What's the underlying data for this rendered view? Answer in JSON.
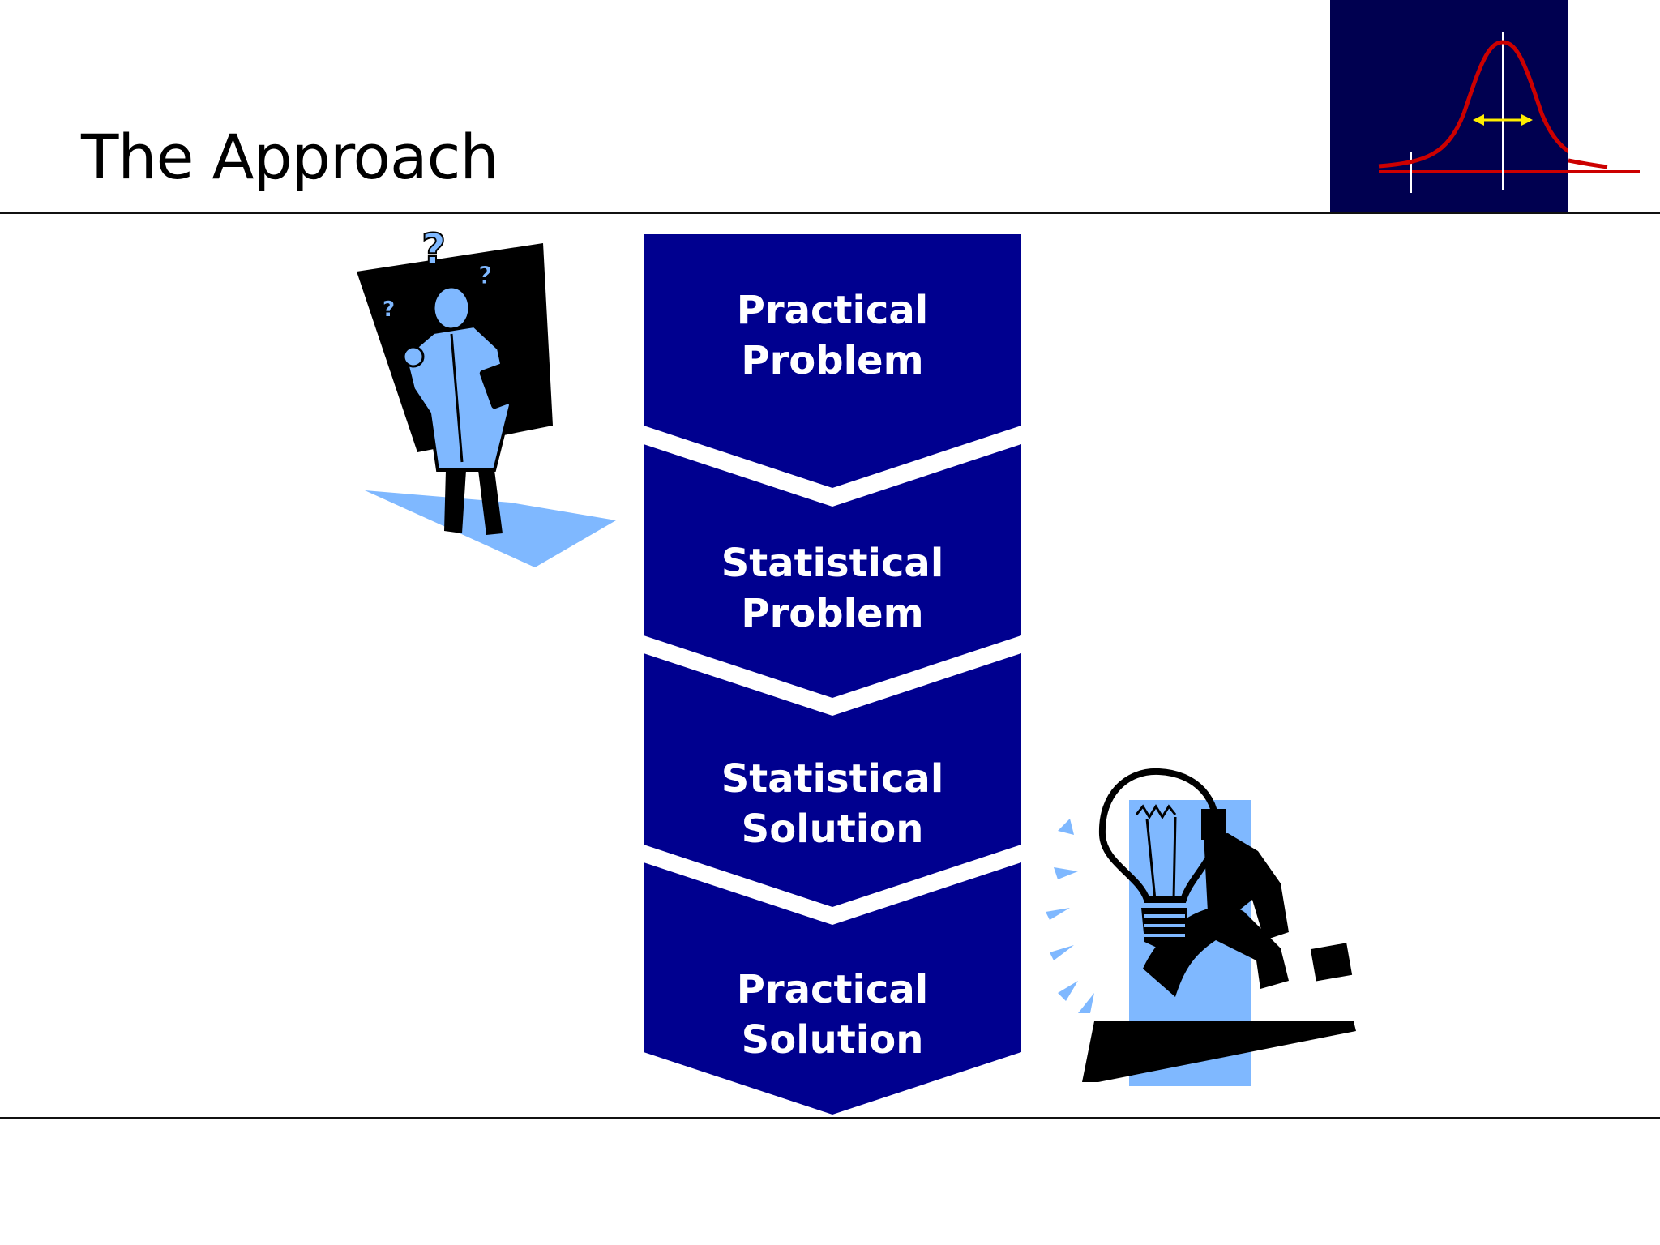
{
  "slide": {
    "title": "The Approach"
  },
  "steps": [
    {
      "label": "Practical\nProblem"
    },
    {
      "label": "Statistical\nProblem"
    },
    {
      "label": "Statistical\nSolution"
    },
    {
      "label": "Practical\nSolution"
    }
  ],
  "colors": {
    "chevron": "#00008f",
    "logo_bg": "#000050",
    "curve": "#cc0000",
    "arrow": "#ffee00",
    "clipart_blue": "#7fb8ff"
  },
  "icons": {
    "logo": "normal-distribution-icon",
    "left_clipart": "confused-scientist-icon",
    "right_clipart": "lightbulb-businessman-icon"
  }
}
